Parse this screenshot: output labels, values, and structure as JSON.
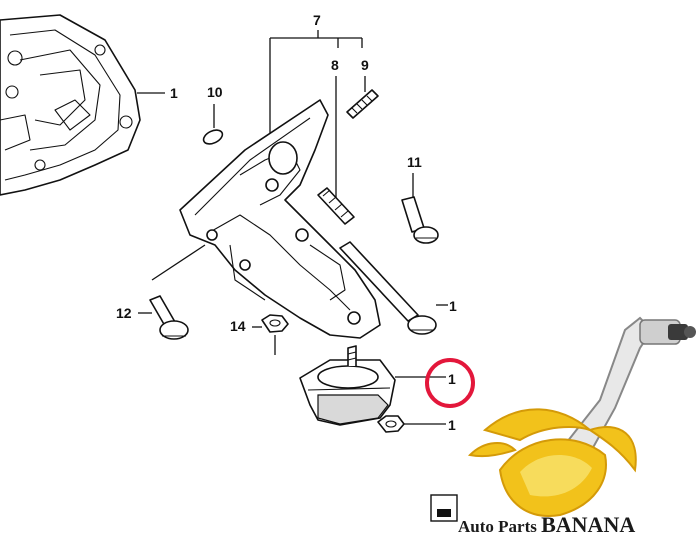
{
  "callouts": {
    "c7": "7",
    "c8": "8",
    "c9": "9",
    "c10": "10",
    "c11": "11",
    "c12": "12",
    "c14": "14",
    "c1_gearbox": "1",
    "c1_bracket": "1",
    "c1_mount": "1",
    "c1_nut": "1"
  },
  "watermark": {
    "text_prefix": "Auto Parts ",
    "text_brand": "BANANA"
  },
  "colors": {
    "highlight_ring": "#e3173b",
    "banana_yellow": "#f2c21b",
    "banana_dark": "#d49a08",
    "line": "#111111"
  }
}
